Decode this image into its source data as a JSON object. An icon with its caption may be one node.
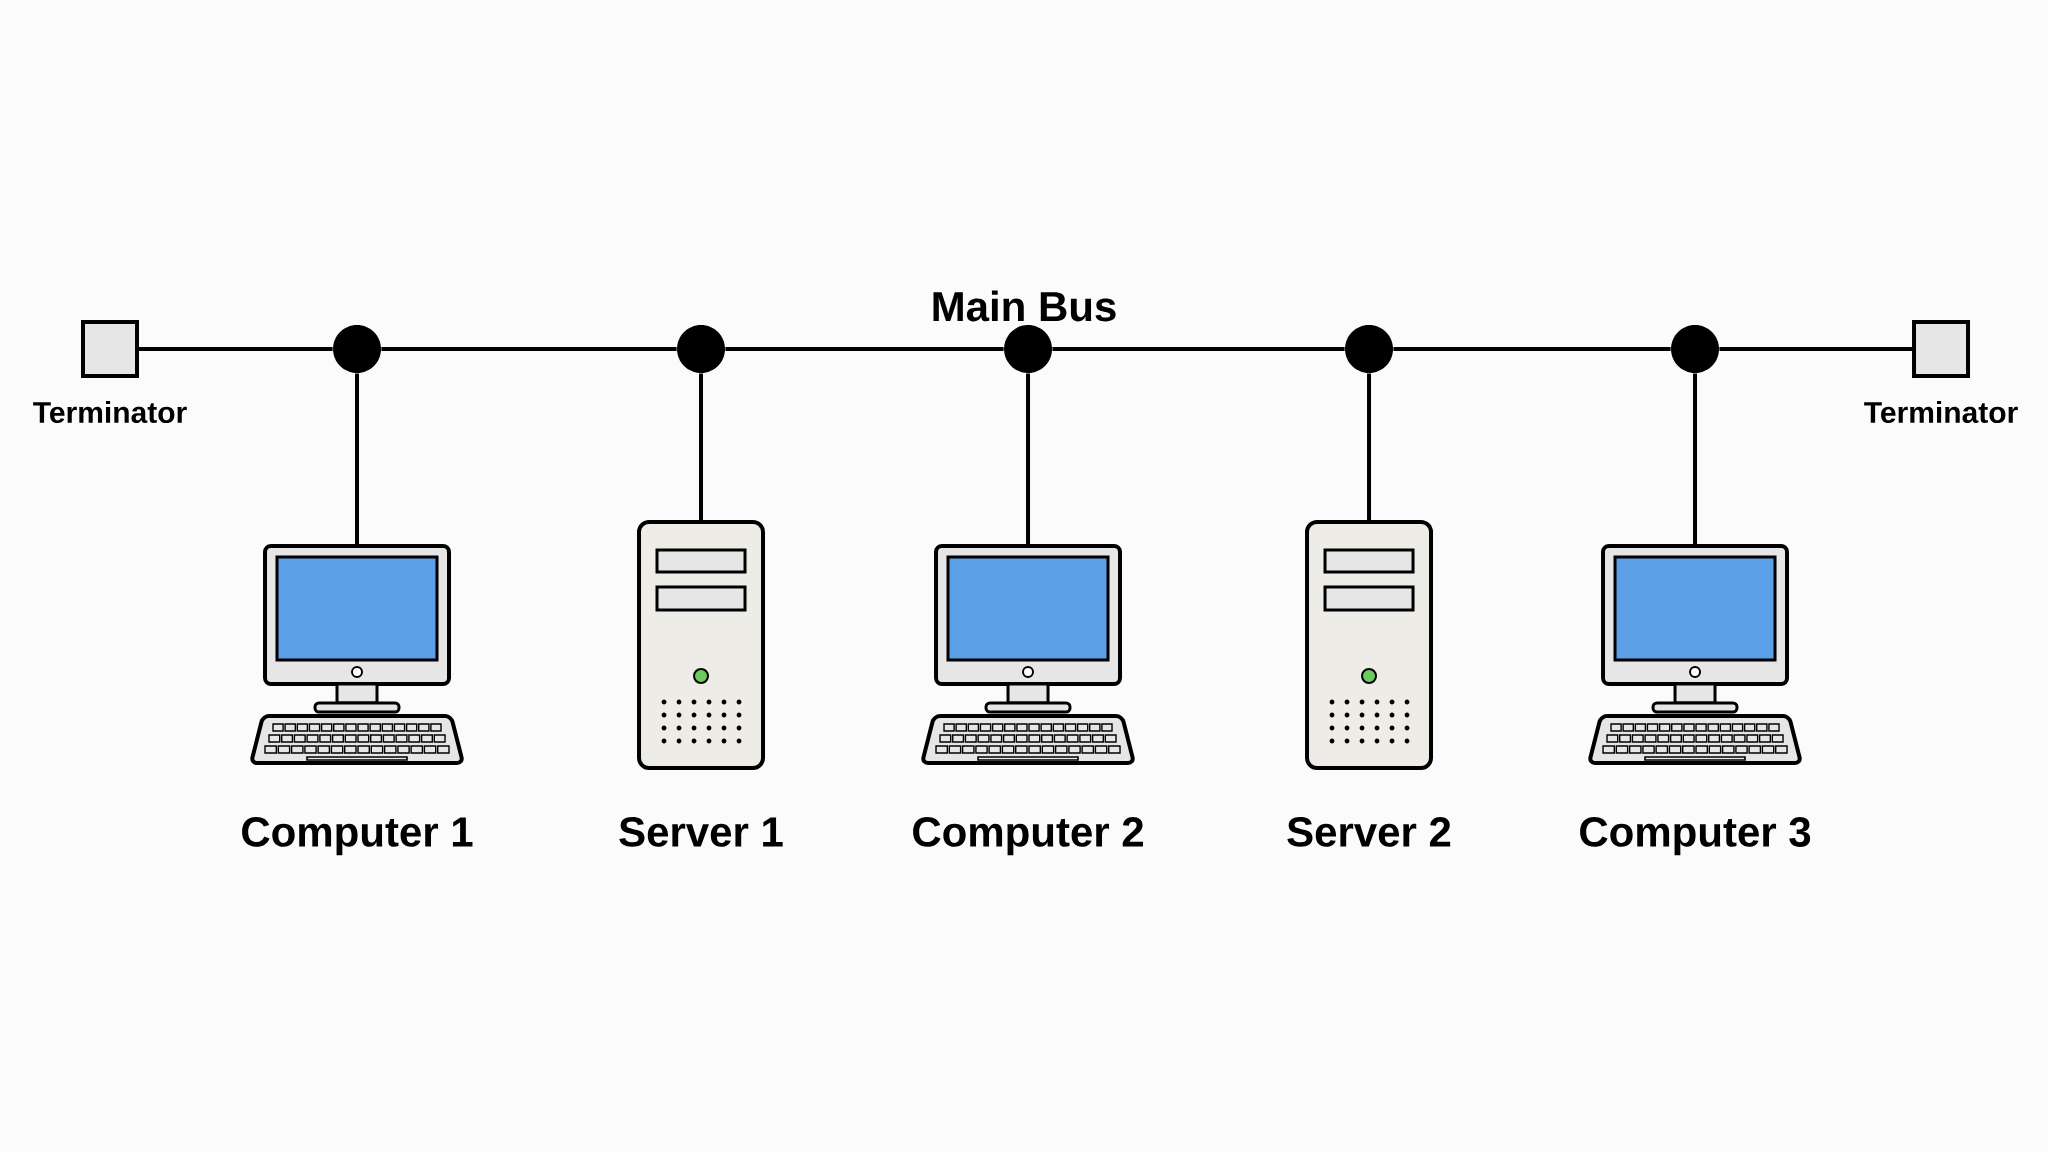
{
  "diagram": {
    "nodes": [
      {
        "text": [
          "Terminator"
        ]
      },
      {
        "text": [
          "Terminator"
        ]
      },
      {
        "text": [],
        "shape": "circle"
      },
      {
        "text": [],
        "shape": "circle"
      },
      {
        "text": [],
        "shape": "circle"
      },
      {
        "text": [],
        "shape": "circle"
      },
      {
        "text": [],
        "shape": "circle"
      },
      {
        "text": [
          "Computer 1"
        ]
      },
      {
        "text": [
          "Server 1"
        ]
      },
      {
        "text": [
          "Computer 2"
        ]
      },
      {
        "text": [
          "Server 2"
        ]
      },
      {
        "text": [
          "Computer 3"
        ]
      }
    ],
    "edges": [
      {
        "from": 0,
        "to": 2,
        "arrow": "none"
      },
      {
        "from": 2,
        "to": 3,
        "arrow": "none"
      },
      {
        "from": 3,
        "to": 4,
        "arrow": "none"
      },
      {
        "from": 4,
        "to": 5,
        "arrow": "none"
      },
      {
        "from": 5,
        "to": 6,
        "arrow": "none"
      },
      {
        "from": 6,
        "to": 1,
        "arrow": "none"
      },
      {
        "from": 2,
        "to": 7,
        "arrow": "none"
      },
      {
        "from": 3,
        "to": 8,
        "arrow": "none"
      },
      {
        "from": 4,
        "to": 9,
        "arrow": "none"
      },
      {
        "from": 5,
        "to": 10,
        "arrow": "none"
      },
      {
        "from": 6,
        "to": 11,
        "arrow": "none"
      }
    ],
    "labels": [
      "Main Bus"
    ]
  }
}
